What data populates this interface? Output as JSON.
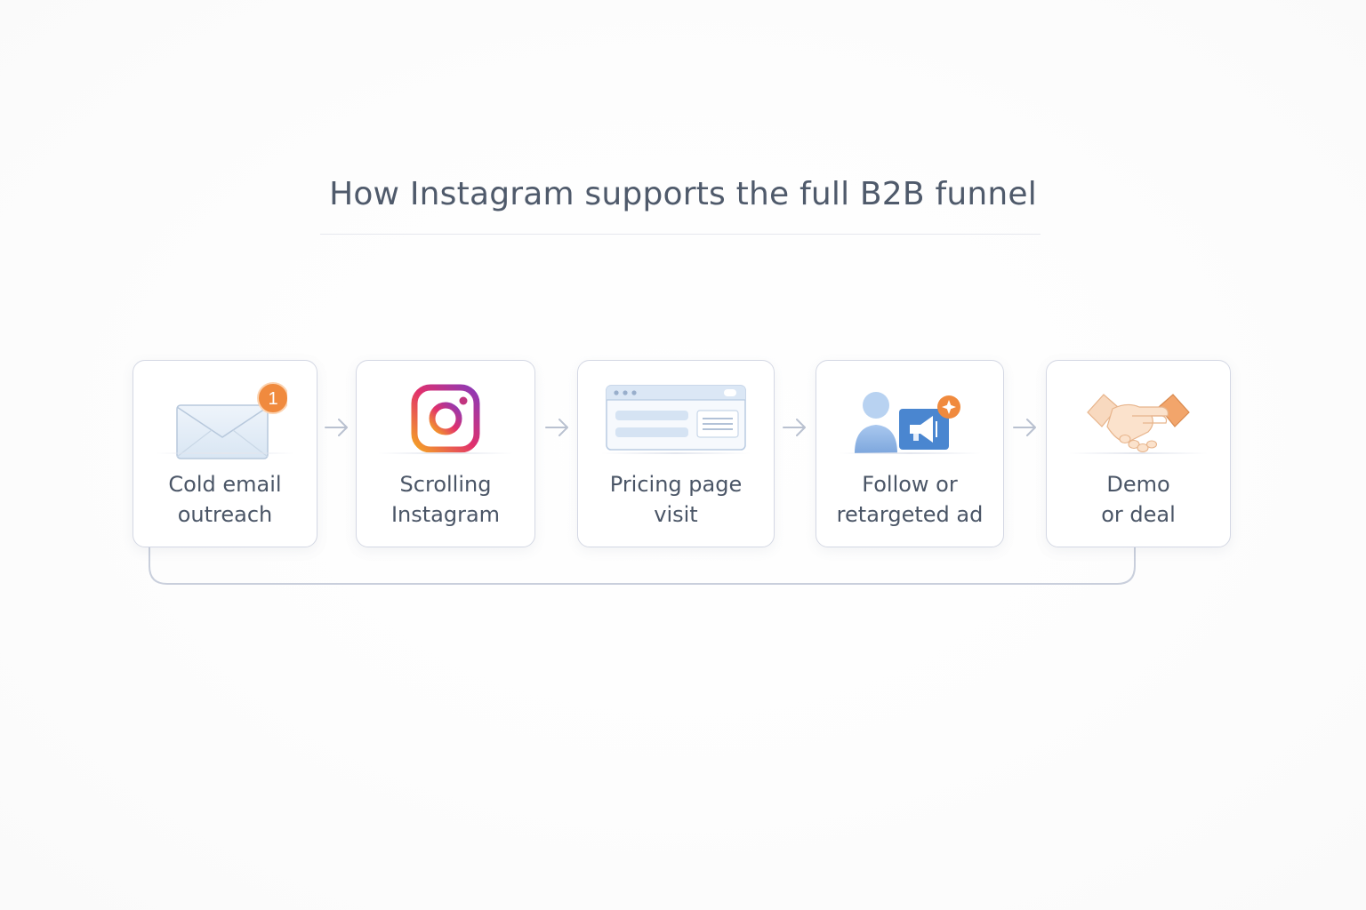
{
  "title": "How Instagram supports the full B2B funnel",
  "colors": {
    "text": "#4a5566",
    "border": "#d4d8e4",
    "accent_orange": "#f08a3e",
    "accent_blue": "#4a86d0",
    "instagram_gradient": [
      "#f5a623",
      "#e1306c",
      "#8a3ab9"
    ]
  },
  "steps": [
    {
      "line1": "Cold email",
      "line2": "outreach",
      "icon": "envelope-icon",
      "badge": "1"
    },
    {
      "line1": "Scrolling",
      "line2": "Instagram",
      "icon": "instagram-icon"
    },
    {
      "line1": "Pricing page",
      "line2": "visit",
      "icon": "browser-window-icon"
    },
    {
      "line1": "Follow or",
      "line2": "retargeted ad",
      "icon": "person-megaphone-icon"
    },
    {
      "line1": "Demo",
      "line2": "or deal",
      "icon": "handshake-icon"
    }
  ]
}
